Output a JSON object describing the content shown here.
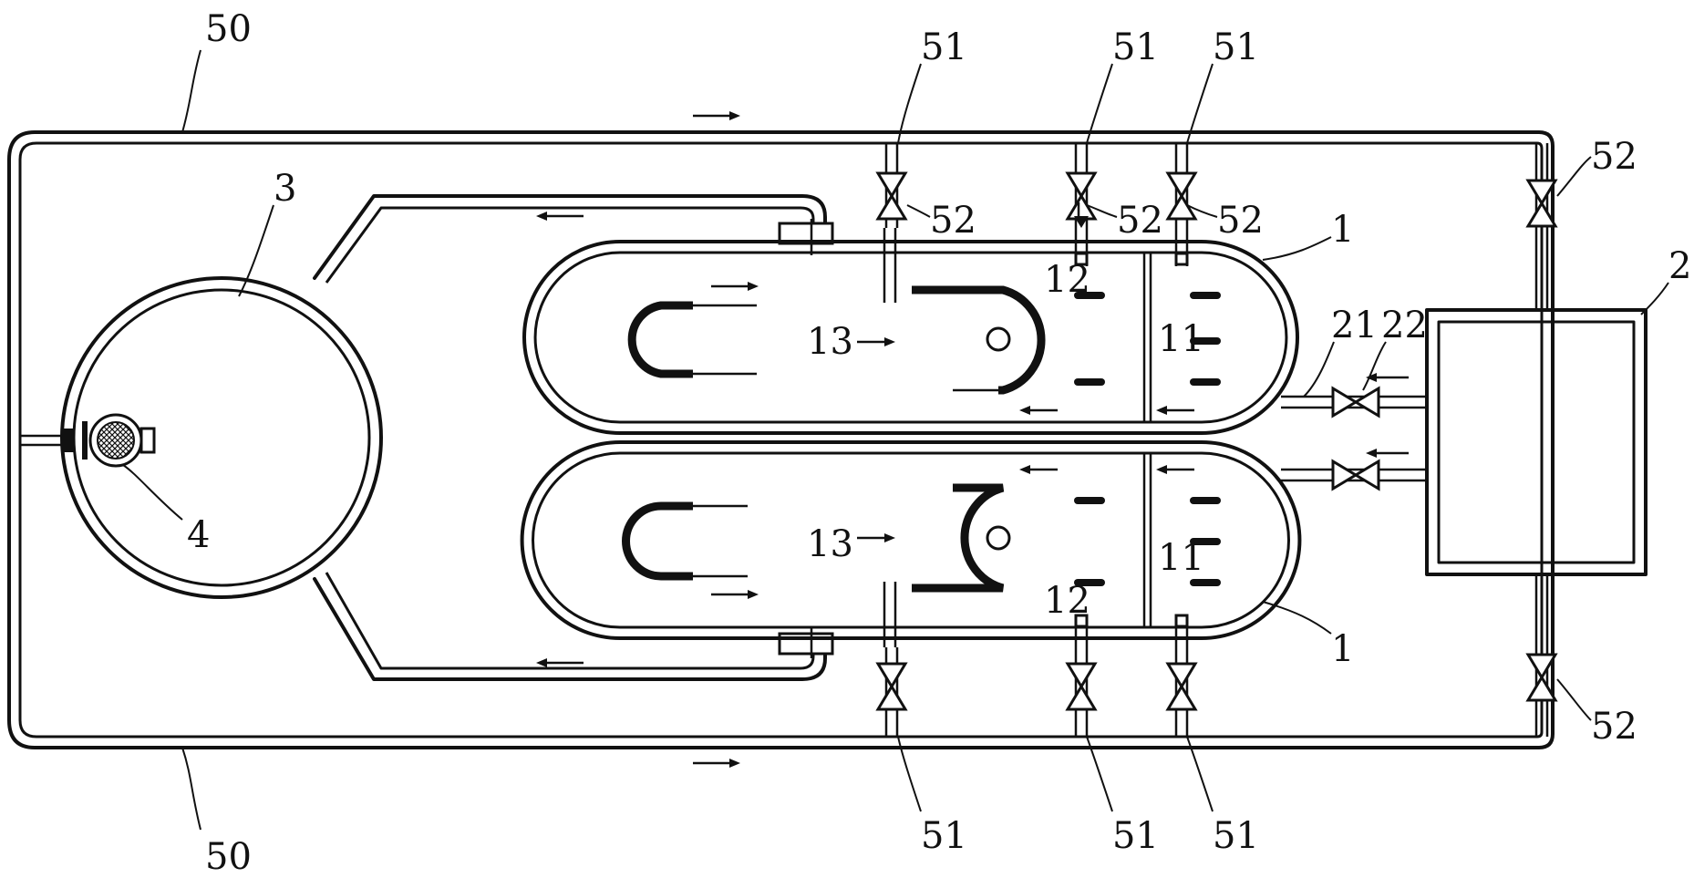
{
  "figure": {
    "labels": {
      "outer_pipe": "50",
      "branch_pipe": "51",
      "valve": "52",
      "tank_body": "1",
      "partition": "11",
      "nozzle_zone": "12",
      "inner_flow": "13",
      "box": "2",
      "box_pipe": "21",
      "box_valve": "22",
      "vessel": "3",
      "pump": "4"
    }
  }
}
